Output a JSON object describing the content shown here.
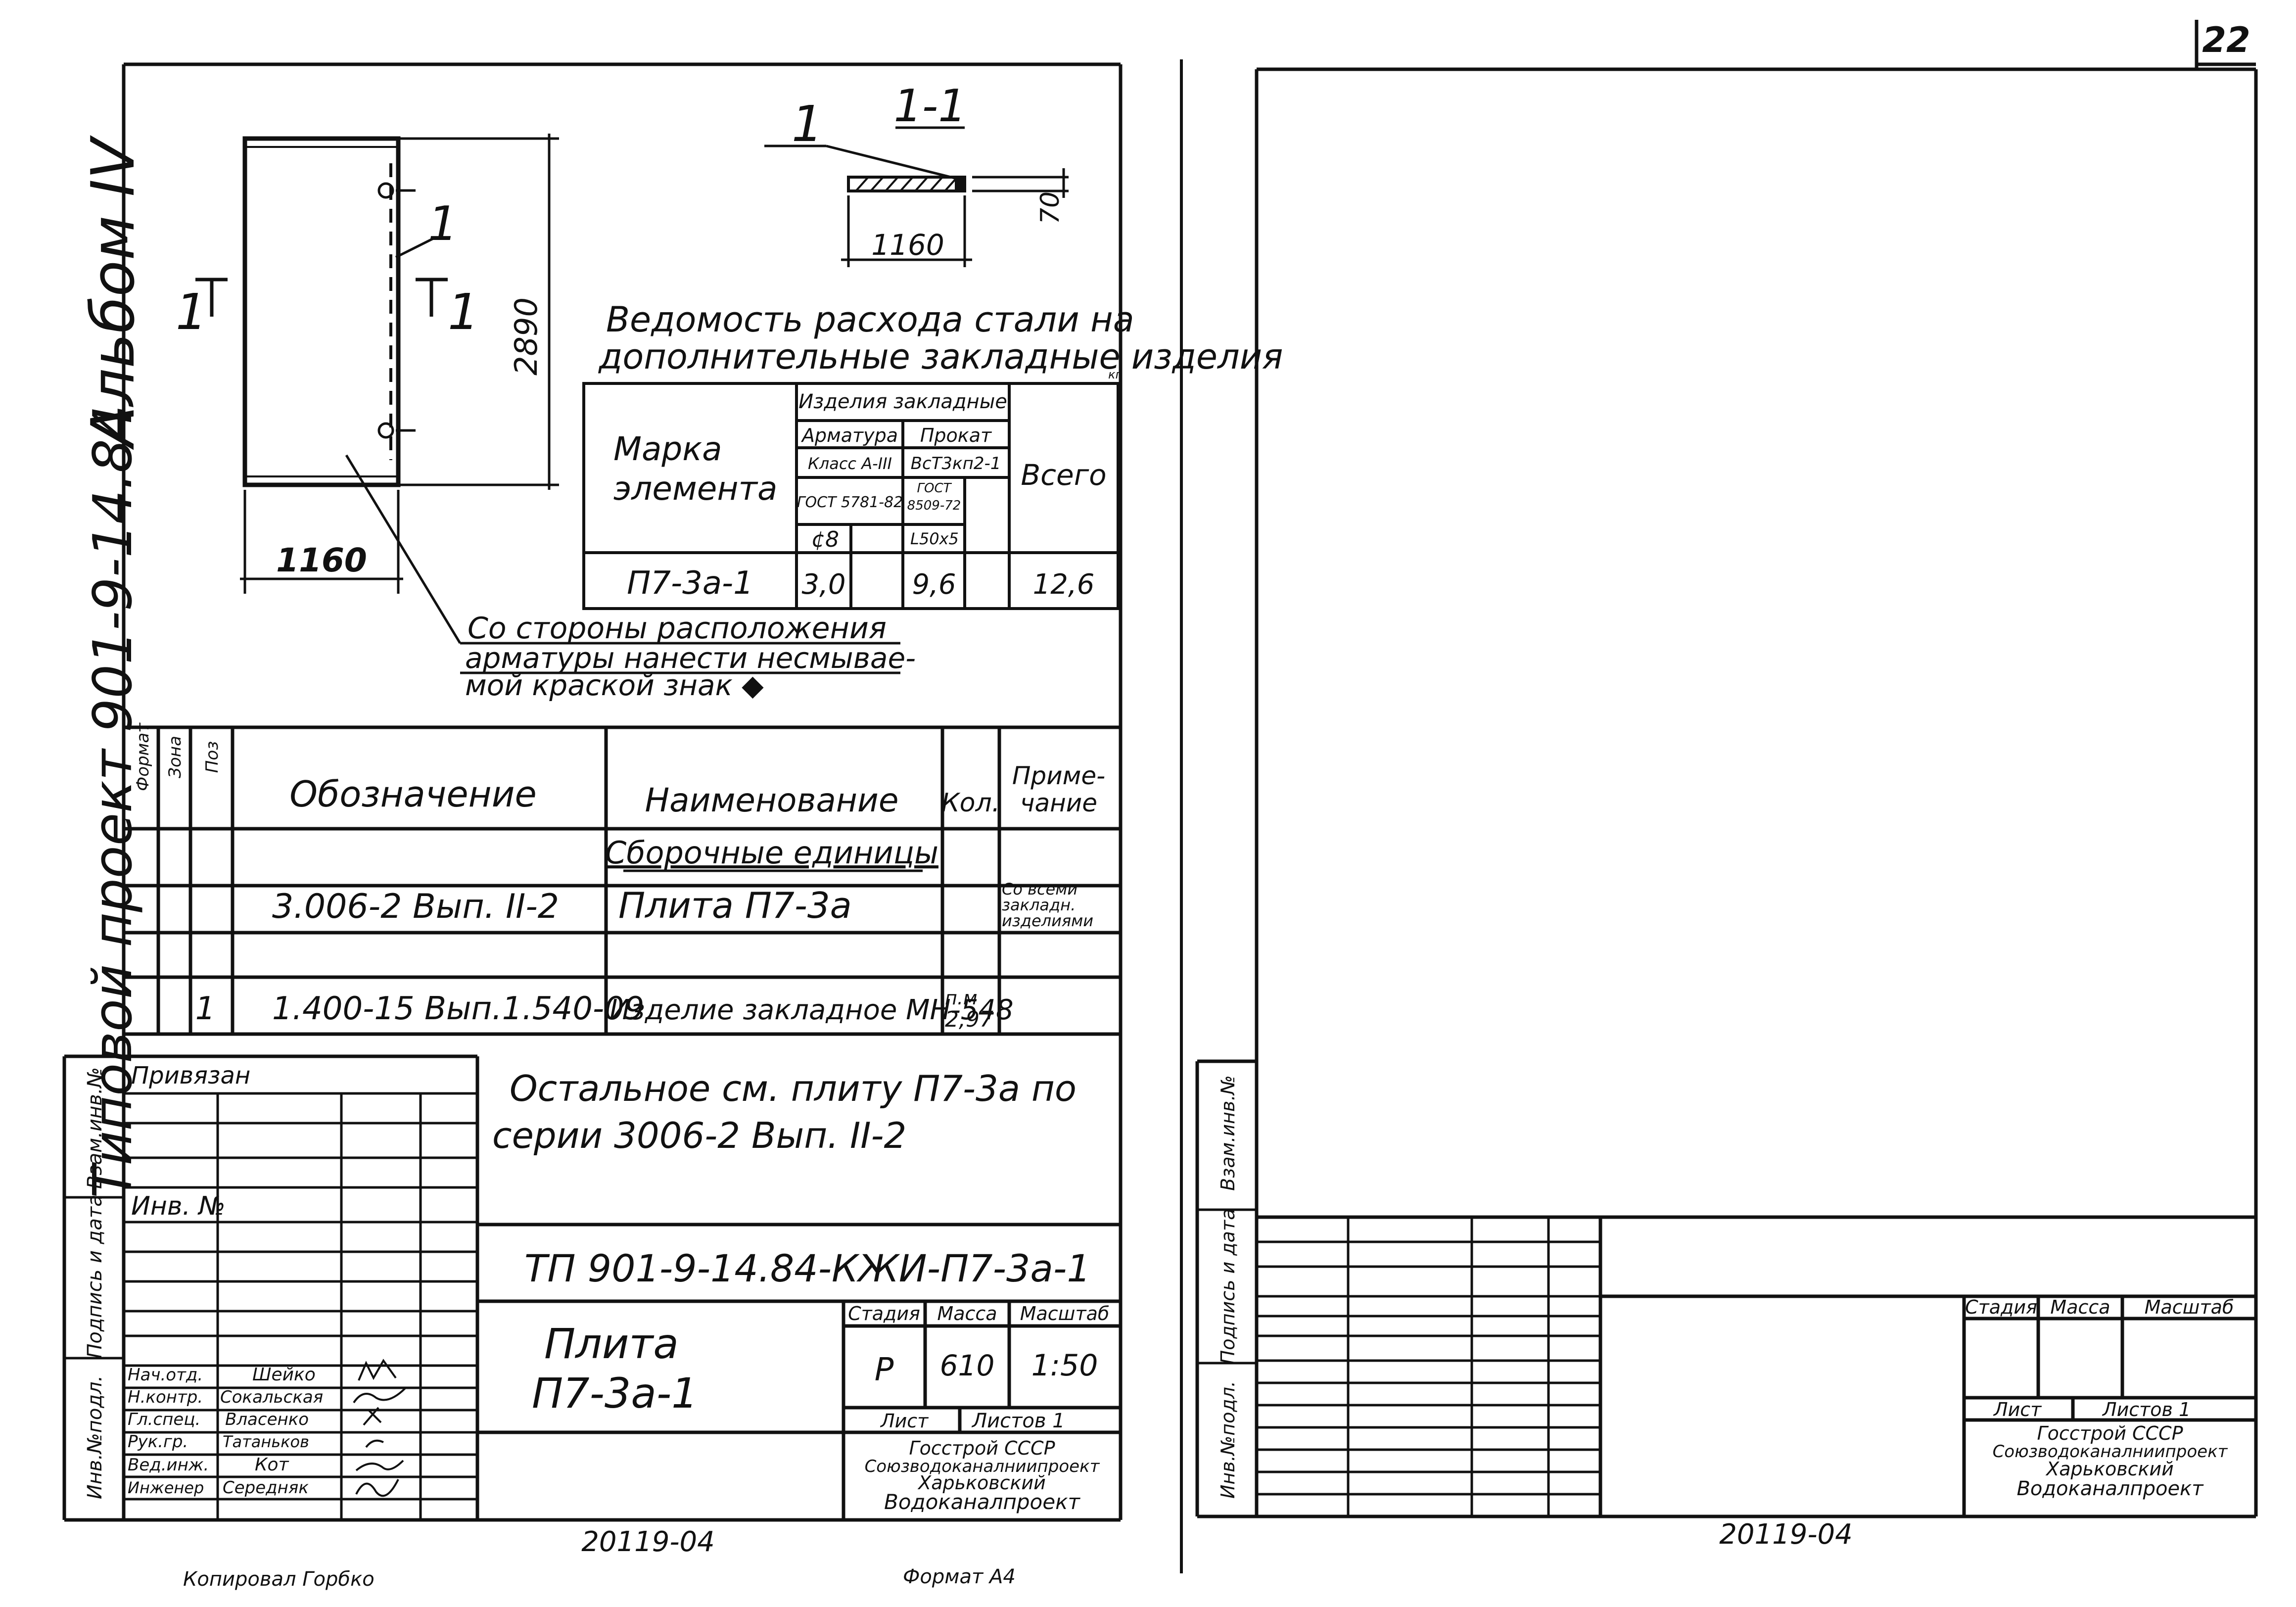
{
  "page_number": "22",
  "left_sheet": {
    "album": "Альбом IV",
    "project": "Типовой проект 901-9-14.84",
    "plan": {
      "width_dim": "1160",
      "height_dim": "2890",
      "leader": "1",
      "section_left": "1",
      "section_right": "1"
    },
    "section": {
      "title": "1-1",
      "leader": "1",
      "width_dim": "1160",
      "thickness_dim": "70"
    },
    "steel_table": {
      "title_1": "Ведомость расхода стали на",
      "title_2": "дополнительные закладные изделия",
      "unit": "кг",
      "h_mark_1": "Марка",
      "h_mark_2": "элемента",
      "h_group": "Изделия закладные",
      "h_armatura": "Арматура",
      "h_prokat": "Прокат",
      "h_class": "Класс A-III",
      "h_steel": "ВсТ3кп2-1",
      "h_gost_a": "ГОСТ 5781-82",
      "h_gost_b_1": "ГОСТ",
      "h_gost_b_2": "8509-72",
      "h_diam": "¢8",
      "h_angle": "L50x5",
      "h_total": "Всего",
      "row_mark": "П7-3а-1",
      "row_arm": "3,0",
      "row_prokat": "9,6",
      "row_total": "12,6"
    },
    "note_1": "Со стороны расположения",
    "note_2": "арматуры нанести несмывае-",
    "note_3": "мой краской знак ◆",
    "spec": {
      "h_format": "Формат",
      "h_zone": "Зона",
      "h_pos": "Поз",
      "h_designation": "Обозначение",
      "h_name": "Наименование",
      "h_qty": "Кол.",
      "h_note_1": "Приме-",
      "h_note_2": "чание",
      "section_title": "Сборочные единицы",
      "r1_designation": "3.006-2 Вып. II-2",
      "r1_name": "Плита  П7-3а",
      "r1_note_1": "Со всеми",
      "r1_note_2": "закладн.",
      "r1_note_3": "изделиями",
      "r2_pos": "1",
      "r2_designation": "1.400-15 Вып.1.540-09",
      "r2_name": "Изделие закладное МН-548",
      "r2_qty_1": "п.м",
      "r2_qty_2": "2,97"
    },
    "stamp": {
      "privyazan": "Привязан",
      "inv_no": "Инв. №",
      "remark_1": "Остальное см. плиту П7-3а по",
      "remark_2": "серии 3006-2 Вып. II-2",
      "doc_code": "ТП 901-9-14.84-КЖИ-П7-3а-1",
      "title_1": "Плита",
      "title_2": "П7-3а-1",
      "stage_label": "Стадия",
      "mass_label": "Масса",
      "scale_label": "Масштаб",
      "stage": "Р",
      "mass": "610",
      "scale": "1:50",
      "sheet_label": "Лист",
      "sheets_label": "Листов 1",
      "org_1": "Госстрой СССР",
      "org_2": "Союзводоканалниипроект",
      "org_3": "Харьковский",
      "org_4": "Водоканалпроект",
      "p1_role": "Нач.отд.",
      "p1_name": "Шейко",
      "p2_role": "Н.контр.",
      "p2_name": "Сокальская",
      "p3_role": "Гл.спец.",
      "p3_name": "Власенко",
      "p4_role": "Рук.гр.",
      "p4_name": "Татаньков",
      "p5_role": "Вед.инж.",
      "p5_name": "Кот",
      "p6_role": "Инженер",
      "p6_name": "Середняк",
      "side_1": "Взам.инв.№",
      "side_2": "Подпись и дата",
      "side_3": "Инв.№подл."
    },
    "doc_number": "20119-04",
    "copied": "Копировал  Горбко",
    "format": "Формат А4"
  },
  "right_sheet": {
    "stage_label": "Стадия",
    "mass_label": "Масса",
    "scale_label": "Масштаб",
    "sheet_label": "Лист",
    "sheets_label": "Листов 1",
    "org_1": "Госстрой СССР",
    "org_2": "Союзводоканалниипроект",
    "org_3": "Харьковский",
    "org_4": "Водоканалпроект",
    "side_1": "Взам.инв.№",
    "side_2": "Подпись и дата",
    "side_3": "Инв.№подл.",
    "doc_number": "20119-04"
  }
}
